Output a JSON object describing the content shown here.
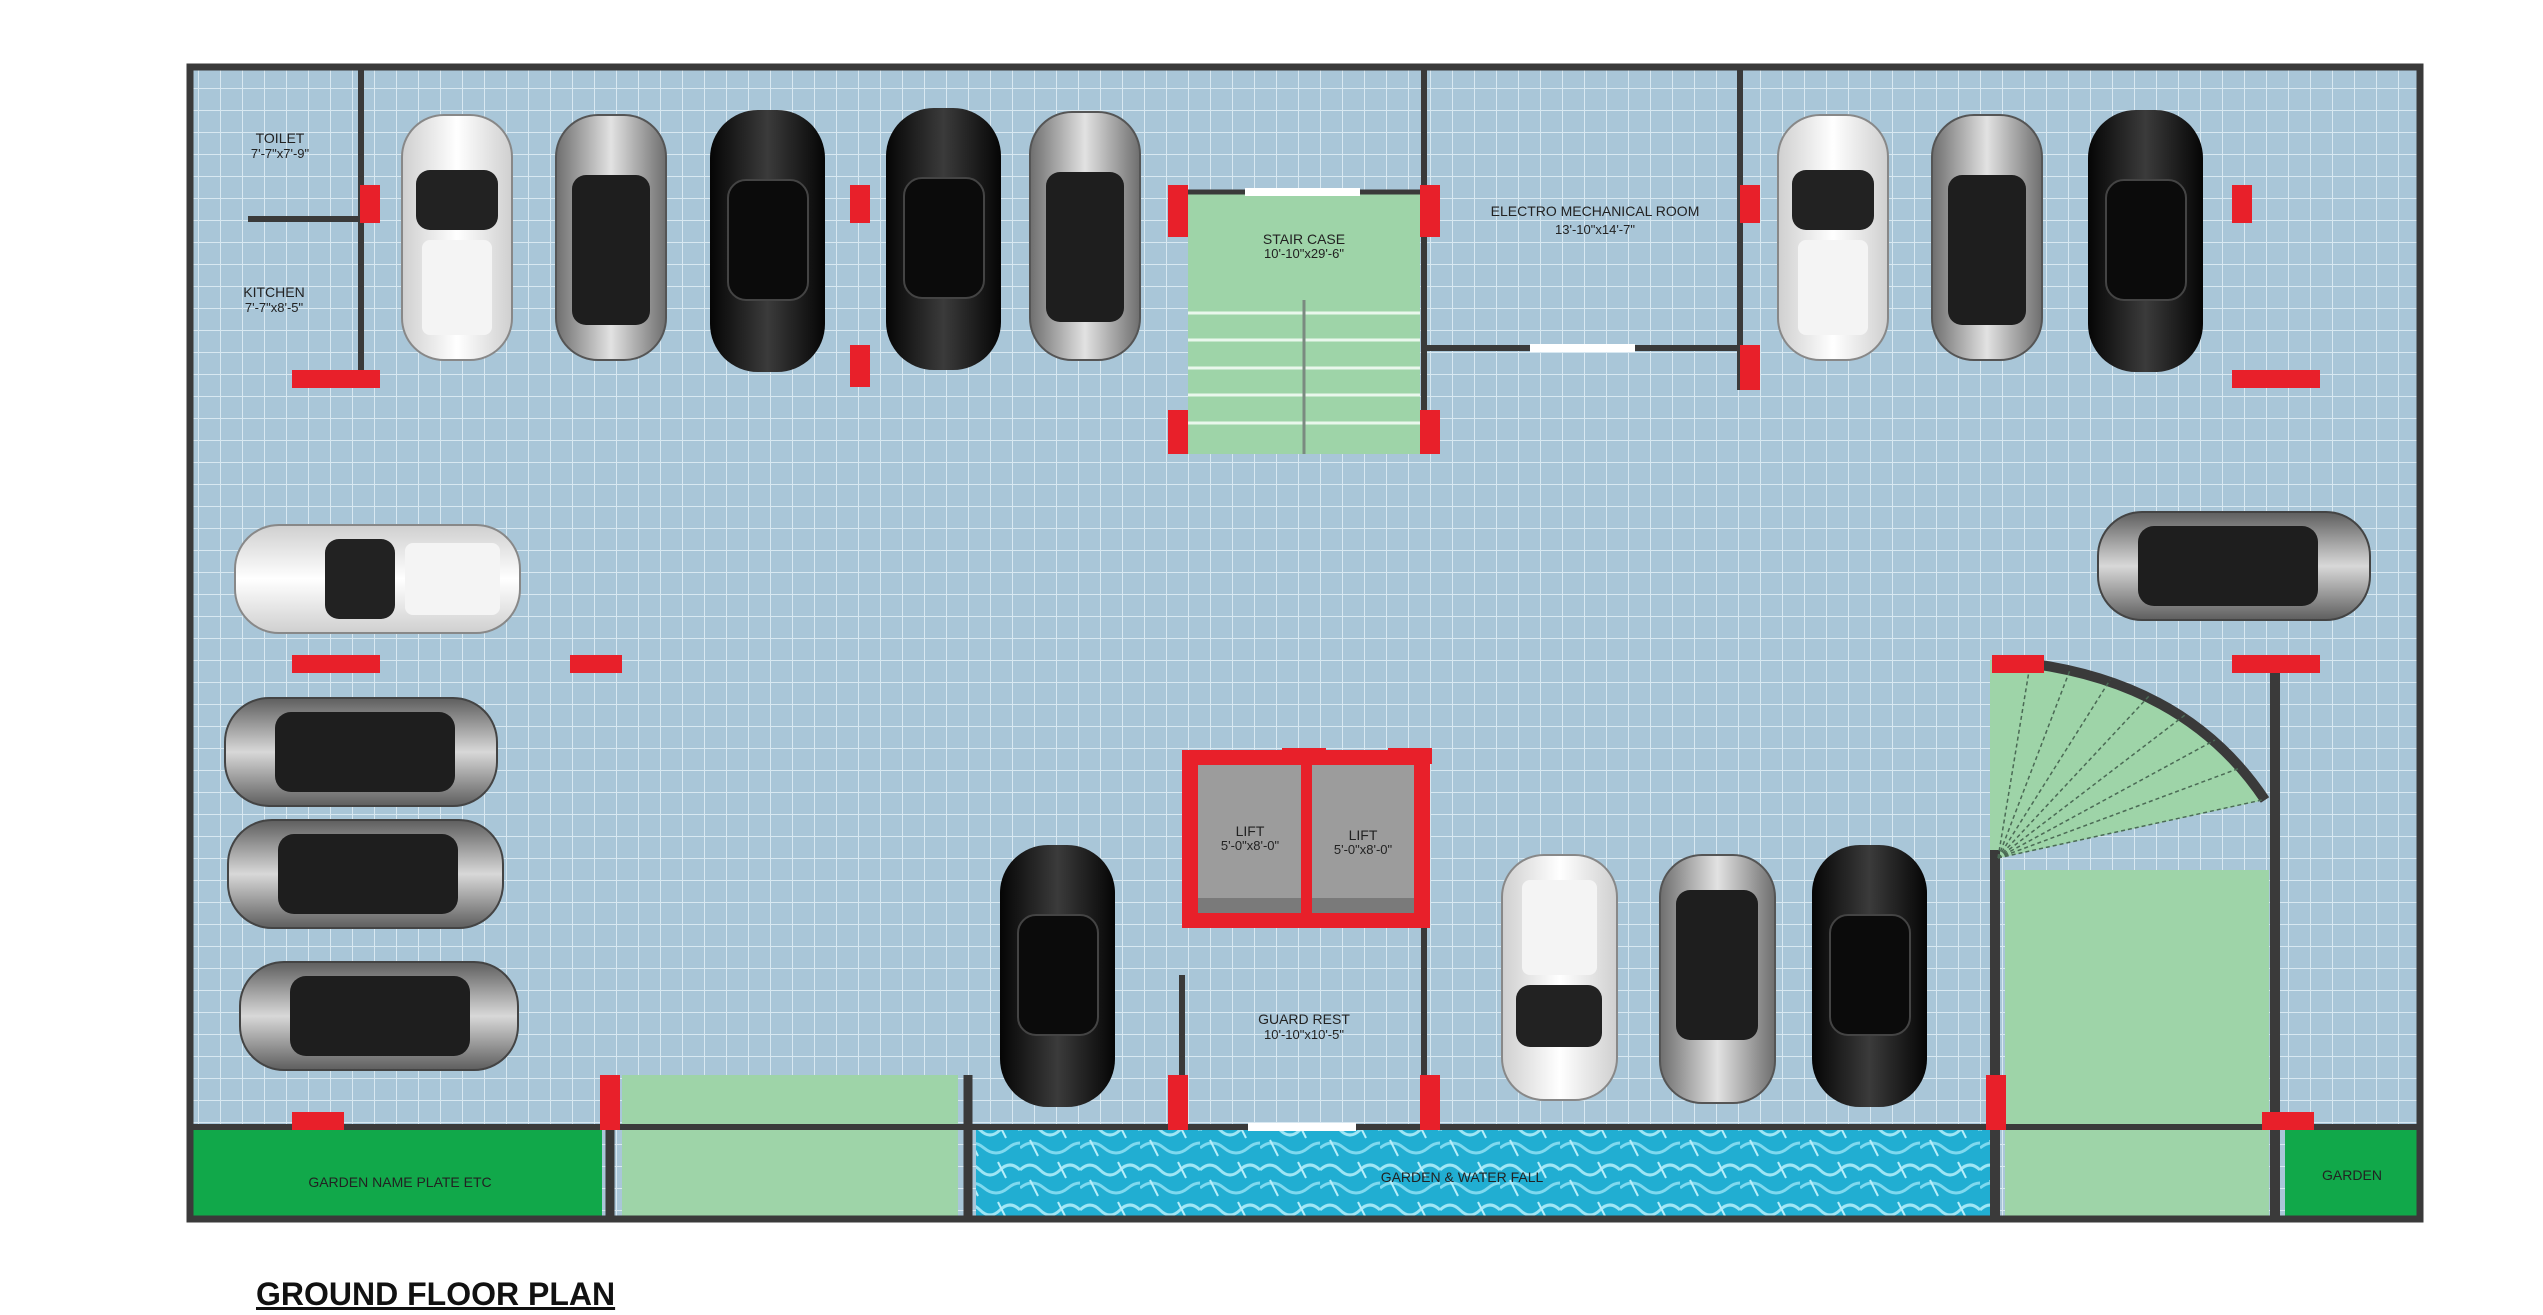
{
  "title": "GROUND FLOOR PLAN",
  "colors": {
    "floor": "#a9c6d8",
    "grid": "#d5e6ef",
    "wall": "#3a3a3a",
    "column": "#e8202a",
    "stair_green": "#9ed4a8",
    "garden_green": "#11a84a",
    "water": "#2bb7d6",
    "lift_grey": "#9c9c9c"
  },
  "rooms": {
    "toilet": {
      "name": "TOILET",
      "size": "7'-7\"x7'-9\""
    },
    "kitchen": {
      "name": "KITCHEN",
      "size": "7'-7\"x8'-5\""
    },
    "stair_case": {
      "name": "STAIR CASE",
      "size": "10'-10\"x29'-6\""
    },
    "electro_room": {
      "name": "ELECTRO MECHANICAL ROOM",
      "size": "13'-10\"x14'-7\""
    },
    "lift_1": {
      "name": "LIFT",
      "size": "5'-0\"x8'-0\""
    },
    "lift_2": {
      "name": "LIFT",
      "size": "5'-0\"x8'-0\""
    },
    "guard_rest": {
      "name": "GUARD REST",
      "size": "10'-10\"x10'-5\""
    },
    "garden_name_plate": {
      "name": "GARDEN NAME PLATE ETC"
    },
    "garden_water_fall": {
      "name": "GARDEN & WATER FALL"
    },
    "garden": {
      "name": "GARDEN"
    }
  }
}
